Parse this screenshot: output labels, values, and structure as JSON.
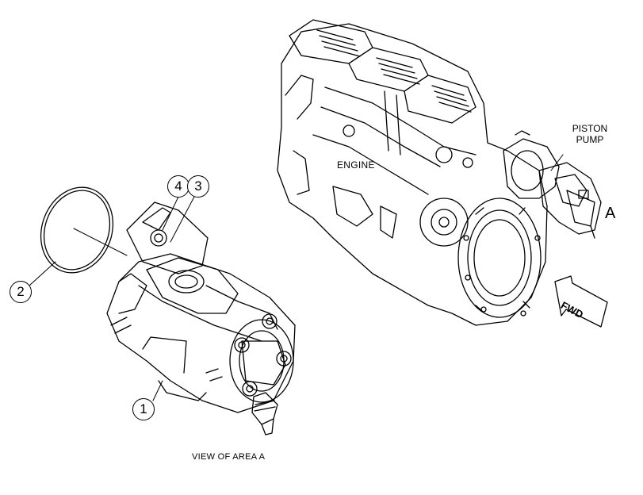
{
  "labels": {
    "engine": "ENGINE",
    "piston_pump_line1": "PISTON",
    "piston_pump_line2": "PUMP",
    "area_marker": "A",
    "forward_arrow": "FWD",
    "view_caption": "VIEW OF AREA A"
  },
  "callouts": {
    "pump": "1",
    "o_ring": "2",
    "bolt": "3",
    "washer": "4"
  }
}
